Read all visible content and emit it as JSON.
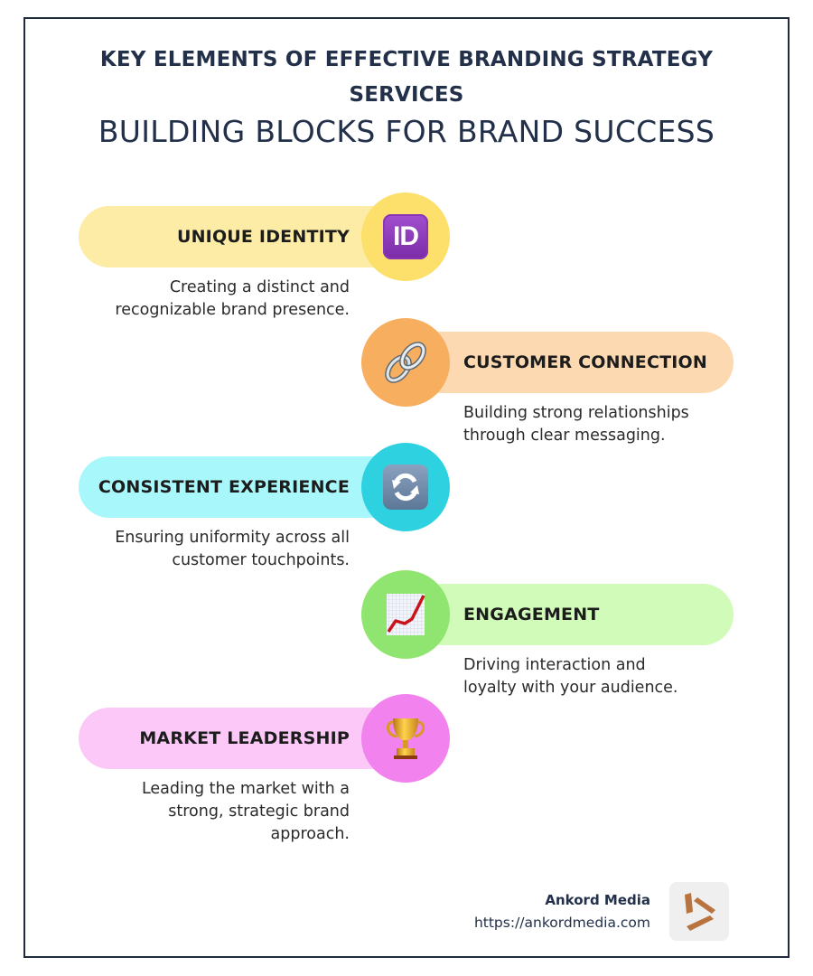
{
  "header": {
    "title_line1": "KEY ELEMENTS OF EFFECTIVE BRANDING STRATEGY",
    "title_line2": "SERVICES",
    "subtitle": "BUILDING BLOCKS FOR BRAND SUCCESS"
  },
  "colors": {
    "frame_border": "#1f2a3c",
    "heading": "#22304a",
    "logo_copper": "#b8733f"
  },
  "items": [
    {
      "label": "UNIQUE IDENTITY",
      "side": "left",
      "icon": "id-button-icon",
      "pill_color": "#fdeca6",
      "circle_color": "#fddf6b",
      "description": [
        "Creating a distinct and",
        "recognizable brand presence."
      ]
    },
    {
      "label": "CUSTOMER CONNECTION",
      "side": "right",
      "icon": "chain-link-icon",
      "pill_color": "#fdd9b2",
      "circle_color": "#f7ae5e",
      "description": [
        "Building strong relationships",
        "through clear messaging."
      ]
    },
    {
      "label": "CONSISTENT EXPERIENCE",
      "side": "left",
      "icon": "refresh-arrows-icon",
      "pill_color": "#a8f7fa",
      "circle_color": "#2ed1e0",
      "description": [
        "Ensuring uniformity across all",
        "customer touchpoints."
      ]
    },
    {
      "label": "ENGAGEMENT",
      "side": "right",
      "icon": "chart-increasing-icon",
      "pill_color": "#d1fbb8",
      "circle_color": "#8fe570",
      "description": [
        "Driving interaction and",
        "loyalty with your audience."
      ]
    },
    {
      "label": "MARKET LEADERSHIP",
      "side": "left",
      "icon": "trophy-icon",
      "pill_color": "#fbc8f8",
      "circle_color": "#f282ee",
      "description": [
        "Leading the market with a",
        "strong, strategic brand",
        "approach."
      ]
    }
  ],
  "footer": {
    "company": "Ankord Media",
    "url": "https://ankordmedia.com",
    "logo": "ankord-media-logo"
  },
  "icon_glyphs": {
    "id": "ID"
  }
}
